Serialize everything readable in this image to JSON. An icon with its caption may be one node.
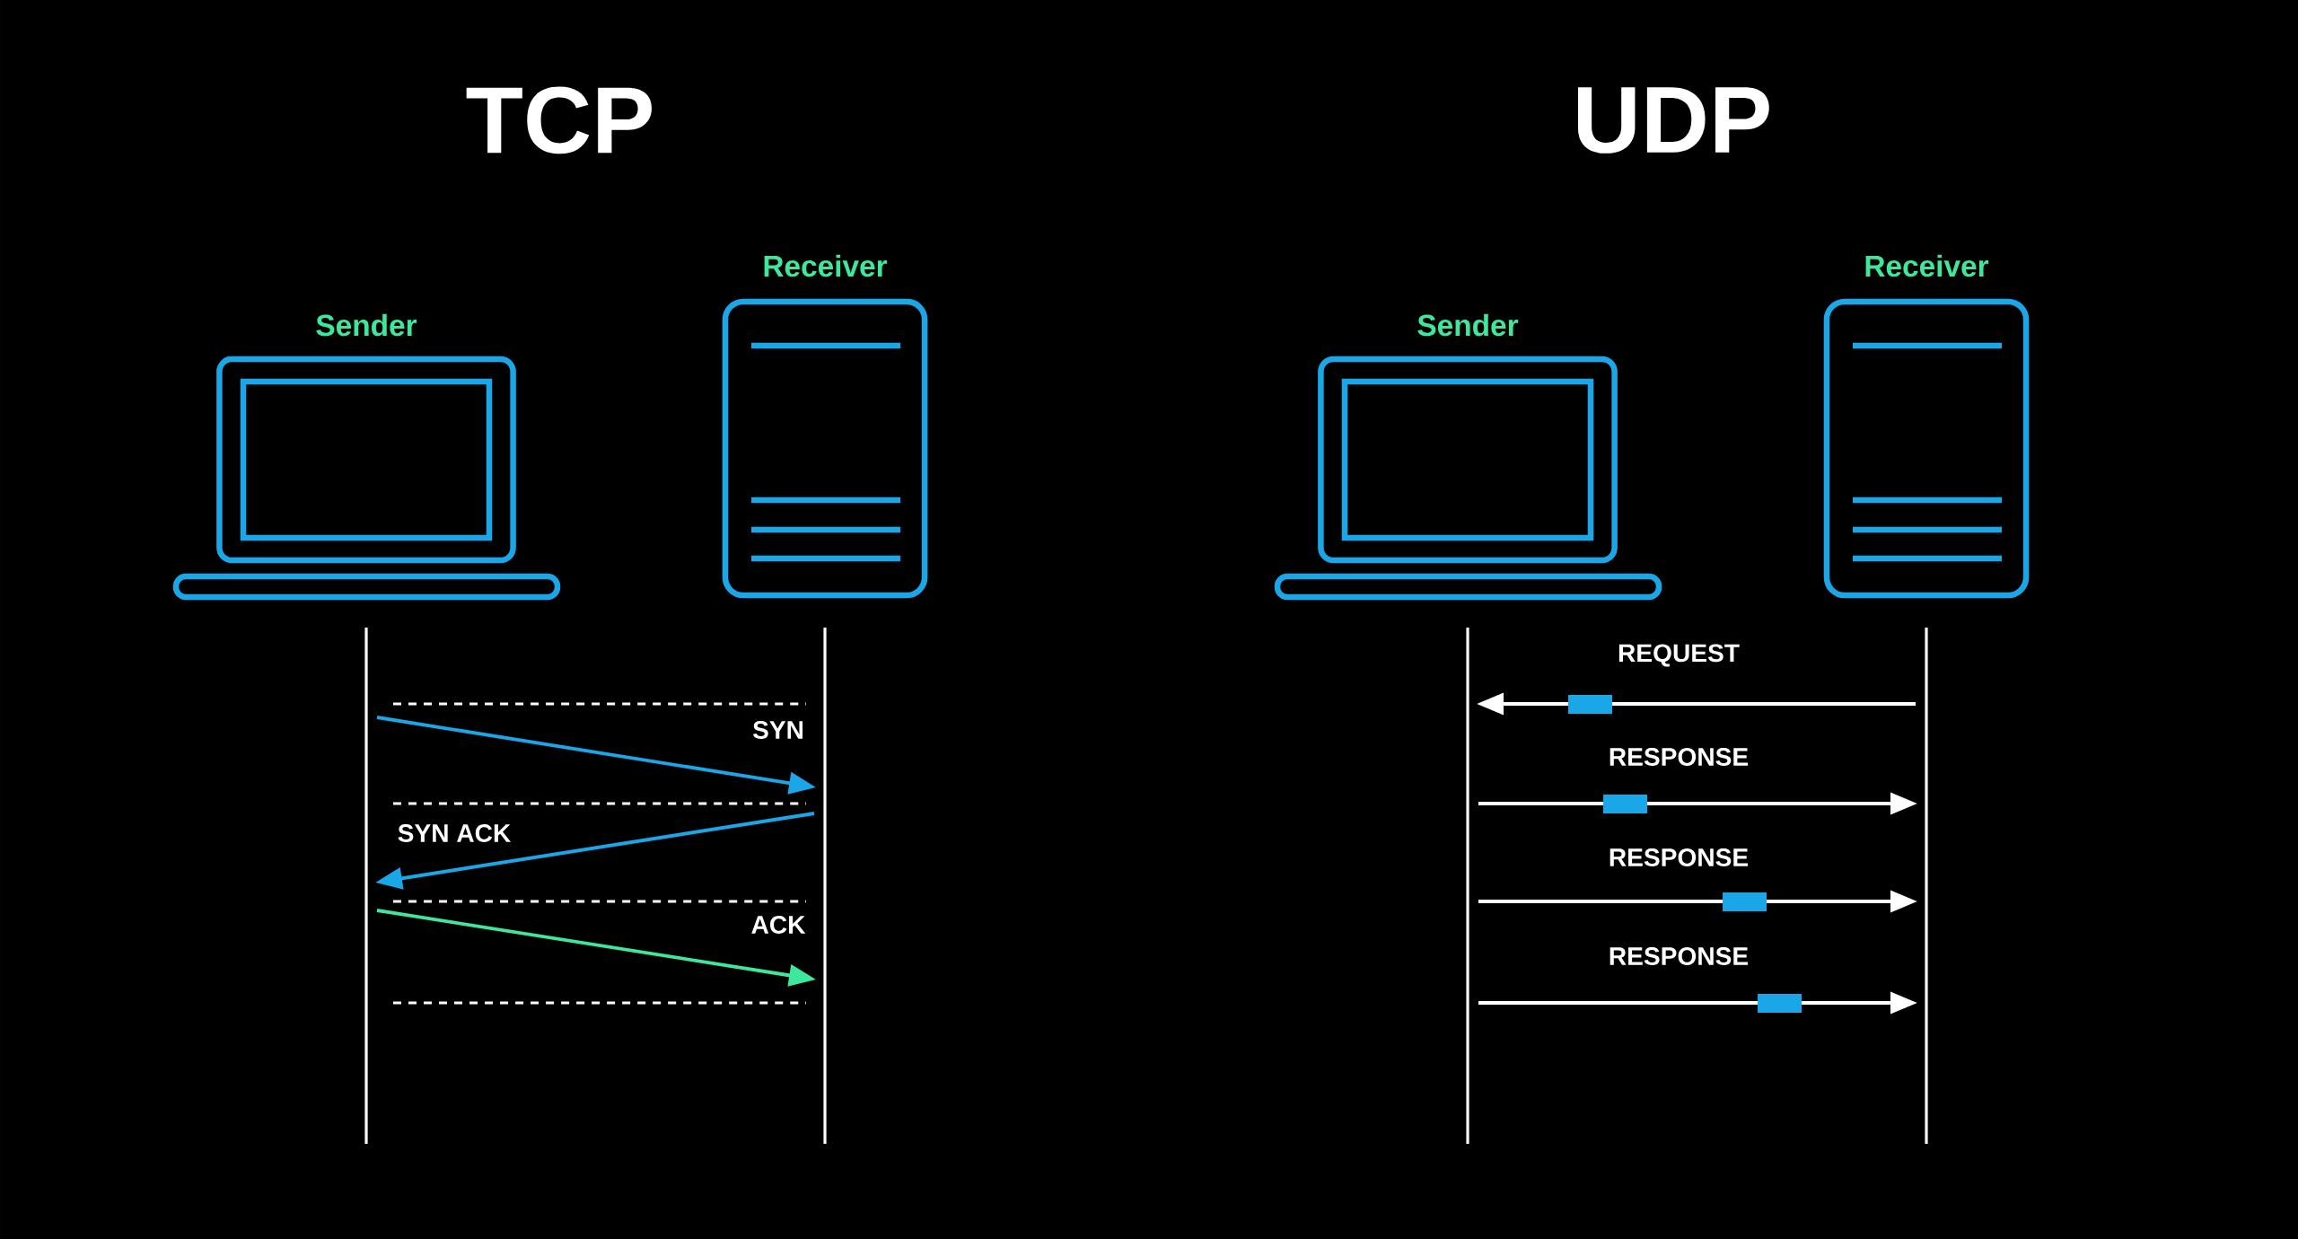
{
  "diagram": {
    "nodes": [
      {
        "text": [
          "Sender"
        ]
      },
      {
        "text": [
          "Receiver"
        ]
      },
      {
        "text": [
          "Sender"
        ]
      },
      {
        "text": [
          "Receiver"
        ]
      }
    ],
    "edges": [
      {
        "from": 0,
        "to": 1,
        "arrow": "to",
        "label": "SYN",
        "color": "#1ba6e8"
      },
      {
        "from": 1,
        "to": 0,
        "arrow": "to",
        "label": "SYN ACK",
        "color": "#1ba6e8"
      },
      {
        "from": 0,
        "to": 1,
        "arrow": "to",
        "label": "ACK",
        "color": "#3de89c"
      },
      {
        "from": 3,
        "to": 2,
        "arrow": "to",
        "label": "REQUEST"
      },
      {
        "from": 2,
        "to": 3,
        "arrow": "to",
        "label": "RESPONSE"
      },
      {
        "from": 2,
        "to": 3,
        "arrow": "to",
        "label": "RESPONSE"
      },
      {
        "from": 2,
        "to": 3,
        "arrow": "to",
        "label": "RESPONSE"
      }
    ],
    "labels": [
      "TCP",
      "UDP"
    ]
  }
}
